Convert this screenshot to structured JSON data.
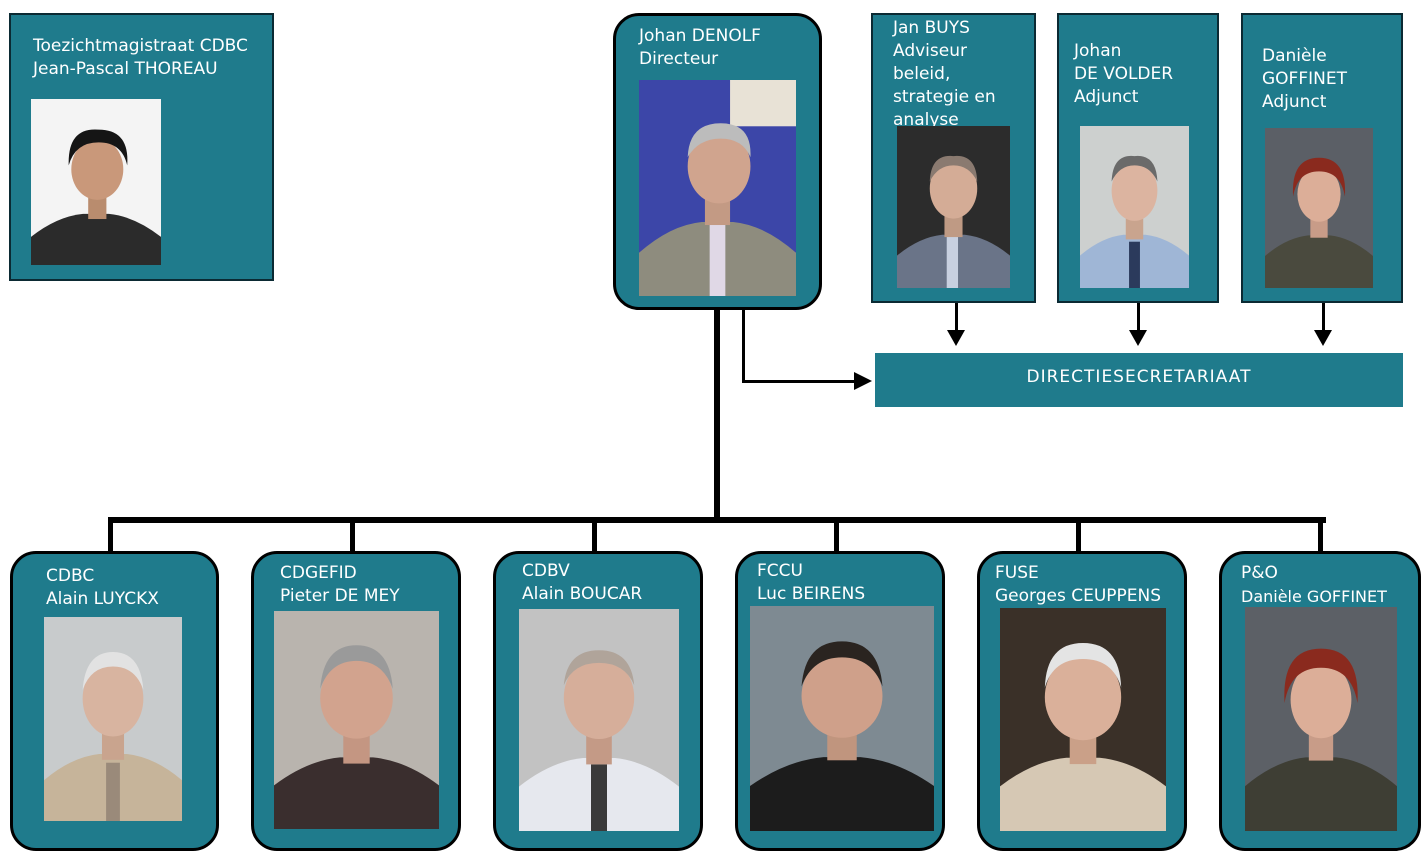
{
  "colors": {
    "box_fill": "#1f7b8c",
    "line": "#000000",
    "background": "#ffffff"
  },
  "magistrate": {
    "line1": "Toezichtmagistraat CDBC",
    "line2": "Jean-Pascal THOREAU",
    "photo": "portrait-photo"
  },
  "director": {
    "line1": "Johan DENOLF",
    "line2": "Directeur",
    "photo": "portrait-photo"
  },
  "staff": [
    {
      "lines": [
        "Jan BUYS",
        "Adviseur",
        "beleid,",
        "strategie en",
        "analyse"
      ],
      "photo": "portrait-photo"
    },
    {
      "lines": [
        "Johan",
        "DE VOLDER",
        "Adjunct"
      ],
      "photo": "portrait-photo"
    },
    {
      "lines": [
        "Danièle",
        "GOFFINET",
        "Adjunct"
      ],
      "photo": "portrait-photo"
    }
  ],
  "secretariat": {
    "label": "DIRECTIESECRETARIAAT"
  },
  "units": [
    {
      "unit": "CDBC",
      "name": "Alain LUYCKX",
      "photo": "portrait-photo"
    },
    {
      "unit": "CDGEFID",
      "name": "Pieter DE MEY",
      "photo": "portrait-photo"
    },
    {
      "unit": "CDBV",
      "name": "Alain BOUCAR",
      "photo": "portrait-photo"
    },
    {
      "unit": "FCCU",
      "name": "Luc BEIRENS",
      "photo": "portrait-photo"
    },
    {
      "unit": "FUSE",
      "name": "Georges CEUPPENS",
      "photo": "portrait-photo"
    },
    {
      "unit": "P&O",
      "name": "Danièle GOFFINET",
      "photo": "portrait-photo"
    }
  ]
}
